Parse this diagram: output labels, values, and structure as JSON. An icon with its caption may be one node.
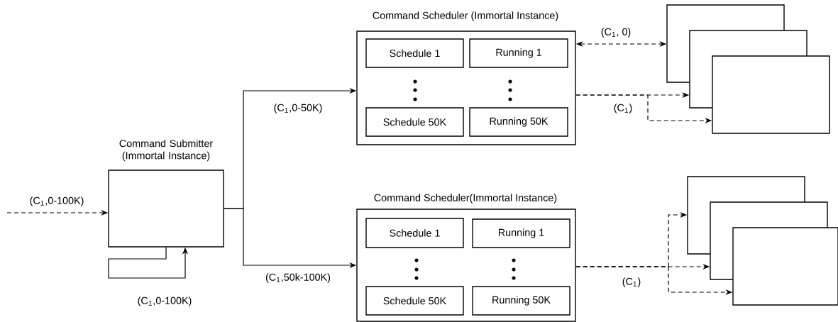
{
  "diagram": {
    "nodes": [
      {
        "text": [
          "Command Submitter (Immortal Instance)"
        ]
      },
      {
        "text": [
          "Command Scheduler (Immortal Instance)"
        ]
      },
      {
        "text": [
          "Schedule 1"
        ],
        "in": 1
      },
      {
        "text": [
          "Running 1"
        ],
        "in": 1
      },
      {
        "text": [
          "Schedule 50K"
        ],
        "in": 1
      },
      {
        "text": [
          "Running 50K"
        ],
        "in": 1
      },
      {
        "text": [],
        "shape": "box"
      },
      {
        "text": [],
        "shape": "box"
      },
      {
        "text": [],
        "shape": "box"
      },
      {
        "text": [
          "Command Scheduler(Immortal Instance)"
        ]
      },
      {
        "text": [
          "Schedule 1"
        ],
        "in": 9
      },
      {
        "text": [
          "Running 1"
        ],
        "in": 9
      },
      {
        "text": [
          "Schedule 50K"
        ],
        "in": 9
      },
      {
        "text": [
          "Running 50K"
        ],
        "in": 9
      },
      {
        "text": [],
        "shape": "box"
      },
      {
        "text": [],
        "shape": "box"
      },
      {
        "text": [],
        "shape": "box"
      }
    ],
    "edges": [
      {
        "from": null,
        "to": 0,
        "arrow": "to",
        "style": "dashed",
        "label": "(C$_{1}$,0-100K)"
      },
      {
        "from": 0,
        "to": 0,
        "arrow": "to",
        "label": "(C$_{1}$,0-100K)"
      },
      {
        "from": 0,
        "to": 1,
        "arrow": "to",
        "label": "(C$_{1}$,0-50K)"
      },
      {
        "from": 0,
        "to": 9,
        "arrow": "to",
        "label": "(C$_{1}$,50k-100K)"
      },
      {
        "from": 1,
        "to": 6,
        "arrow": "both",
        "style": "dashed",
        "label": "(C$_{1}$, 0)"
      },
      {
        "from": 1,
        "to": 7,
        "arrow": "to",
        "style": "dashed",
        "label": "(C$_{1}$)"
      },
      {
        "from": 1,
        "to": 8,
        "arrow": "to",
        "style": "dashed"
      },
      {
        "from": 9,
        "to": 14,
        "arrow": "to",
        "style": "dashed"
      },
      {
        "from": 9,
        "to": 15,
        "arrow": "to",
        "style": "dashed",
        "label": "(C$_{1}$)"
      },
      {
        "from": 9,
        "to": 16,
        "arrow": "to",
        "style": "dashed"
      }
    ]
  }
}
